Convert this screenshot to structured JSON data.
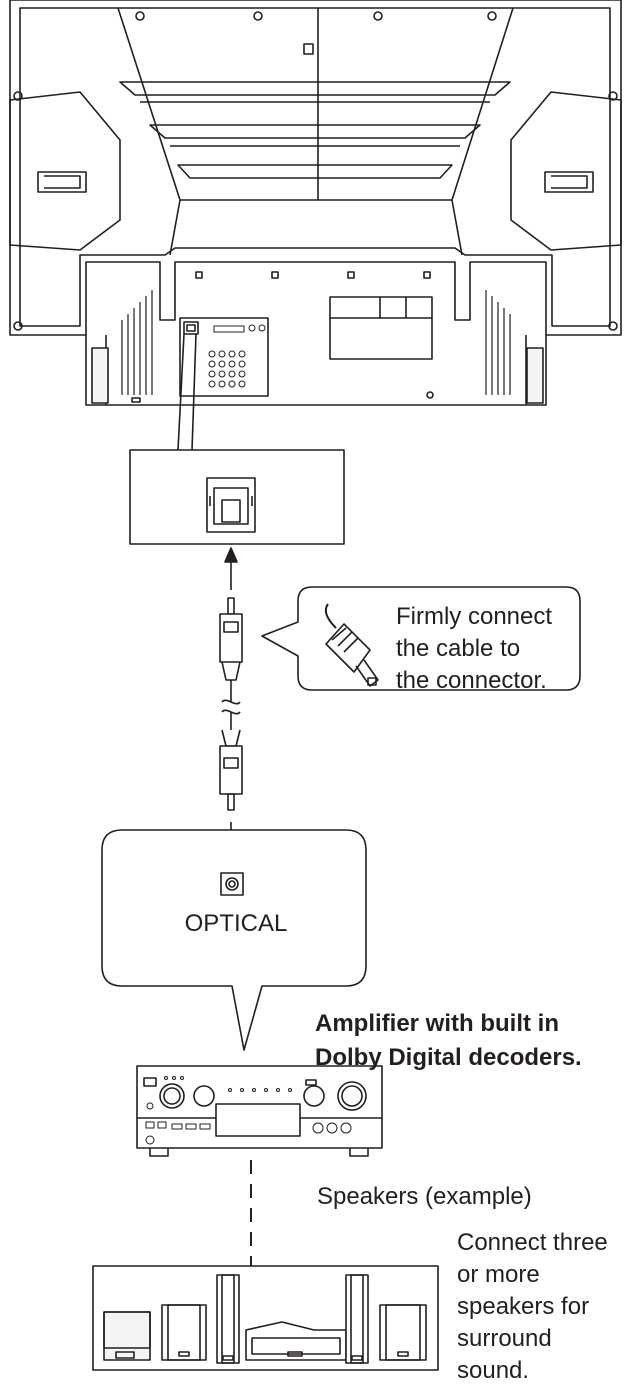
{
  "callout": {
    "lines": [
      "Firmly connect",
      "the cable to",
      "the connector."
    ]
  },
  "optical_label": "OPTICAL",
  "amplifier": {
    "title_lines": [
      "Amplifier with built in",
      "Dolby Digital decoders."
    ]
  },
  "speakers": {
    "label": "Speakers (example)",
    "note_lines": [
      "Connect three",
      "or more",
      "speakers for",
      "surround",
      "sound."
    ]
  },
  "colors": {
    "line": "#231f20",
    "fill": "#ffffff",
    "panel": "#f4f4f4"
  }
}
